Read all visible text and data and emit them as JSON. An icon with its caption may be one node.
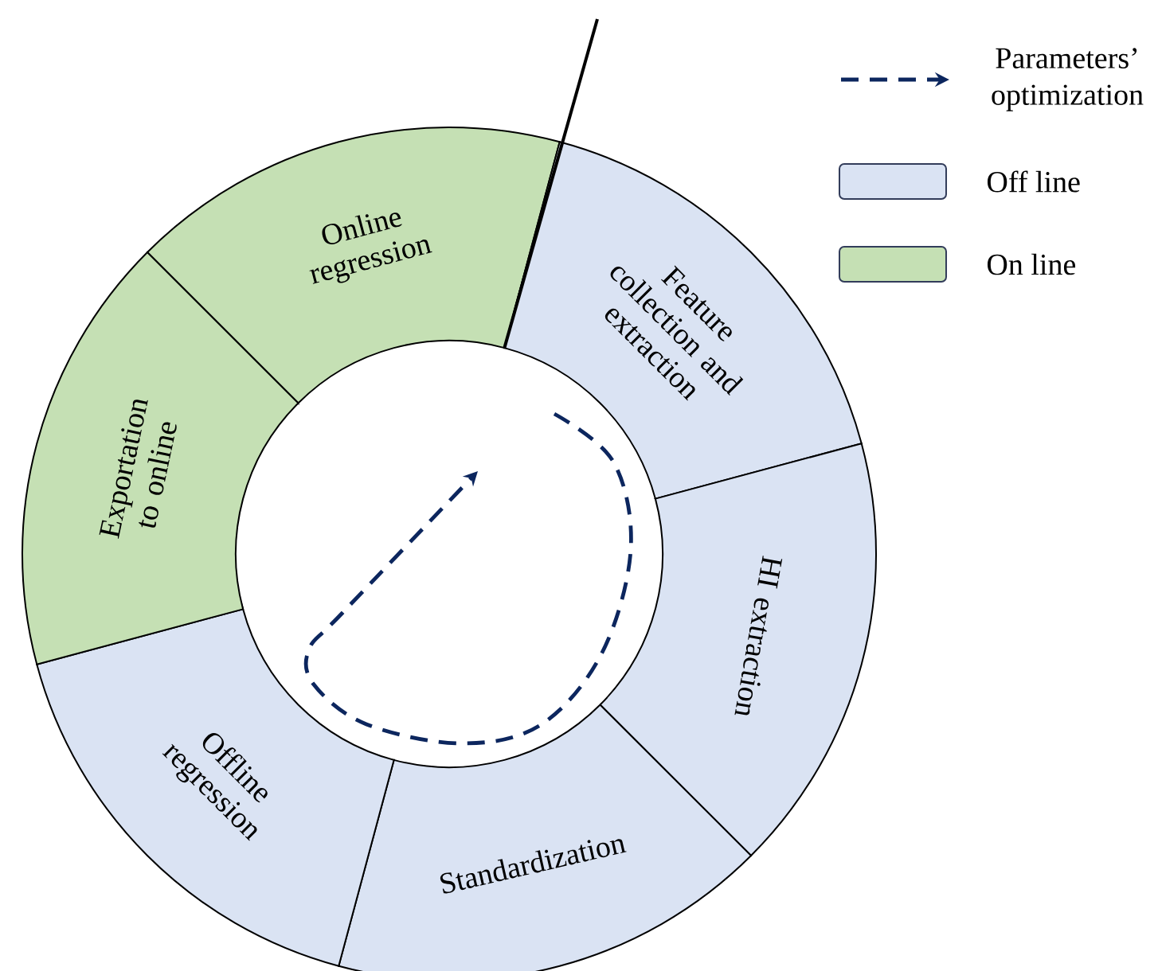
{
  "diagram": {
    "nodes": [
      {
        "text": [
          "Online regression"
        ]
      },
      {
        "text": [
          "Feature collection and extraction"
        ]
      },
      {
        "text": [
          "HI extraction"
        ]
      },
      {
        "text": [
          "Standardization"
        ]
      },
      {
        "text": [
          "Offline regression"
        ]
      },
      {
        "text": [
          "Exportation to online"
        ]
      }
    ],
    "legend": [
      {
        "text": "Parameters’ optimization"
      },
      {
        "text": "Off line",
        "color": "#dae3f3"
      },
      {
        "text": "On line",
        "color": "#c5e0b4"
      }
    ]
  }
}
